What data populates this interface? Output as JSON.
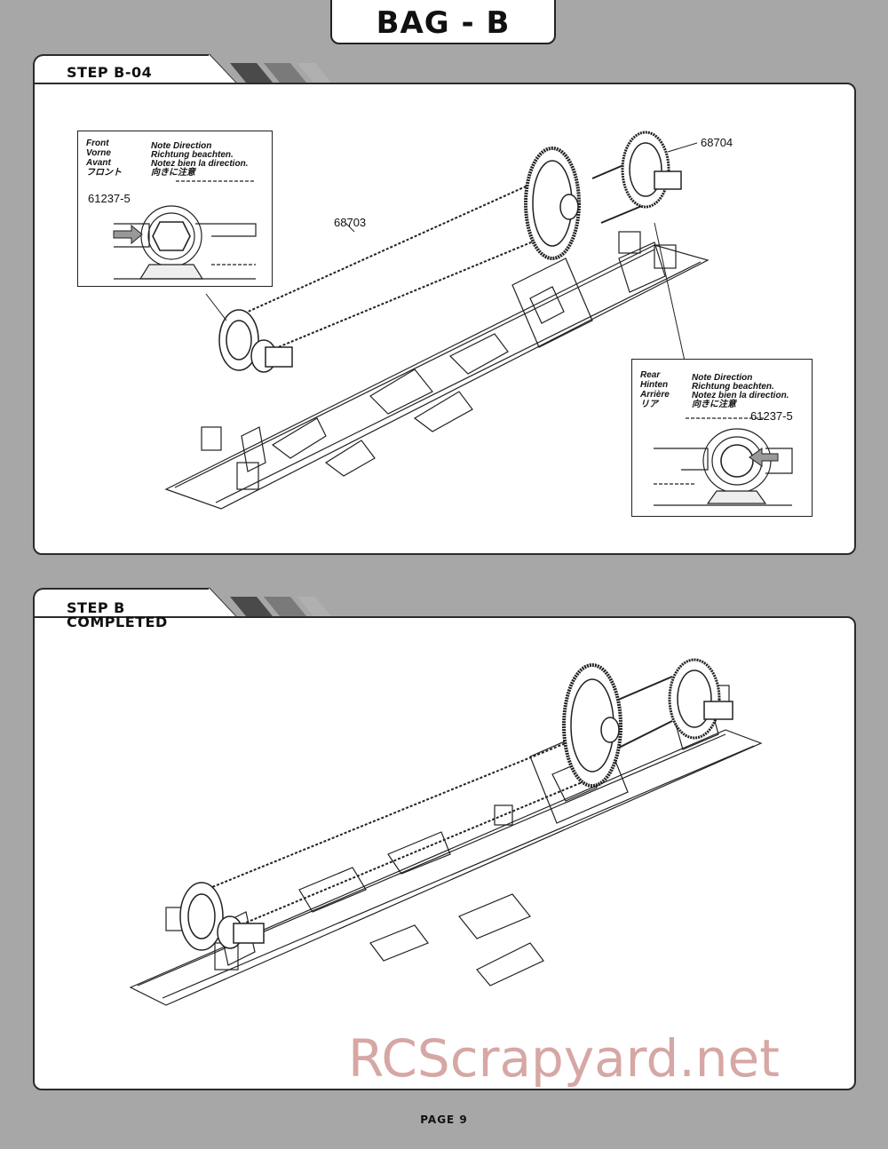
{
  "header": {
    "bag_title": "BAG - B"
  },
  "step_b04": {
    "label": "STEP B-04",
    "front_inset": {
      "labels": [
        "Front",
        "Vorne",
        "Avant",
        "フロント"
      ],
      "note": [
        "Note Direction",
        "Richtung beachten.",
        "Notez bien la direction.",
        "向きに注意"
      ],
      "part": "61237-5"
    },
    "rear_inset": {
      "labels": [
        "Rear",
        "Hinten",
        "Arrière",
        "リア"
      ],
      "note": [
        "Note Direction",
        "Richtung beachten.",
        "Notez bien la direction.",
        "向きに注意"
      ],
      "part": "61237-5"
    },
    "part_belt": "68703",
    "part_pulley": "68704"
  },
  "step_completed": {
    "label_line1": "STEP B",
    "label_line2": "COMPLETED"
  },
  "footer": {
    "page": "PAGE  9"
  },
  "watermark": "RCScrapyard.net",
  "colors": {
    "background": "#a7a7a7",
    "panel": "#ffffff",
    "watermark": "#c98a86"
  }
}
